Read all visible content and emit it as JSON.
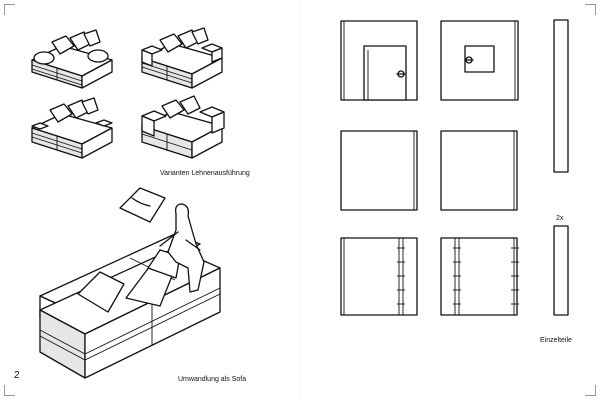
{
  "page": {
    "page_number": "2"
  },
  "left_page": {
    "caption_variants": "Varianten Lehnenausführung",
    "caption_conversion": "Umwandlung als Sofa"
  },
  "right_page": {
    "caption_parts": "Einzelteile",
    "quantity_label": "2x"
  }
}
